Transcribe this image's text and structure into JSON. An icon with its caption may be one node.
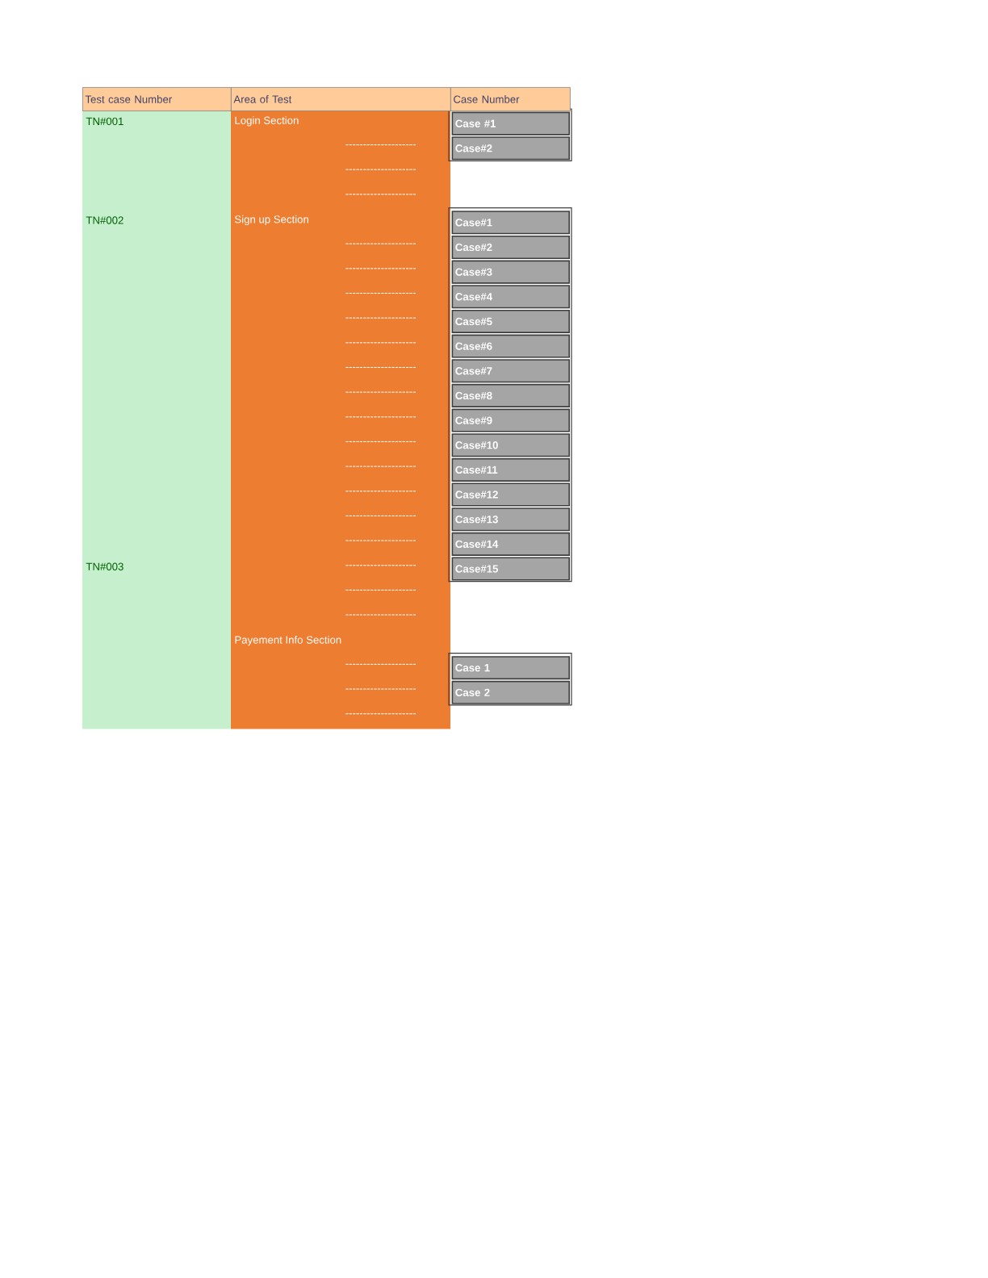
{
  "diagram": {
    "labels": [
      "Test case Number",
      "Area of Test",
      "Case Number",
      "TN#001",
      "Login Section",
      "Case #1",
      "--------------------",
      "Case#2",
      "--------------------",
      "--------------------",
      "TN#002",
      "Sign up Section",
      "Case#1",
      "--------------------",
      "Case#2",
      "--------------------",
      "Case#3",
      "--------------------",
      "Case#4",
      "--------------------",
      "Case#5",
      "--------------------",
      "Case#6",
      "--------------------",
      "Case#7",
      "--------------------",
      "Case#8",
      "--------------------",
      "Case#9",
      "--------------------",
      "Case#10",
      "--------------------",
      "Case#11",
      "--------------------",
      "Case#12",
      "--------------------",
      "Case#13",
      "--------------------",
      "Case#14",
      "TN#003",
      "--------------------",
      "Case#15",
      "--------------------",
      "--------------------",
      "Payement Info Section",
      "--------------------",
      "Case 1",
      "--------------------",
      "Case 2",
      "--------------------"
    ]
  }
}
